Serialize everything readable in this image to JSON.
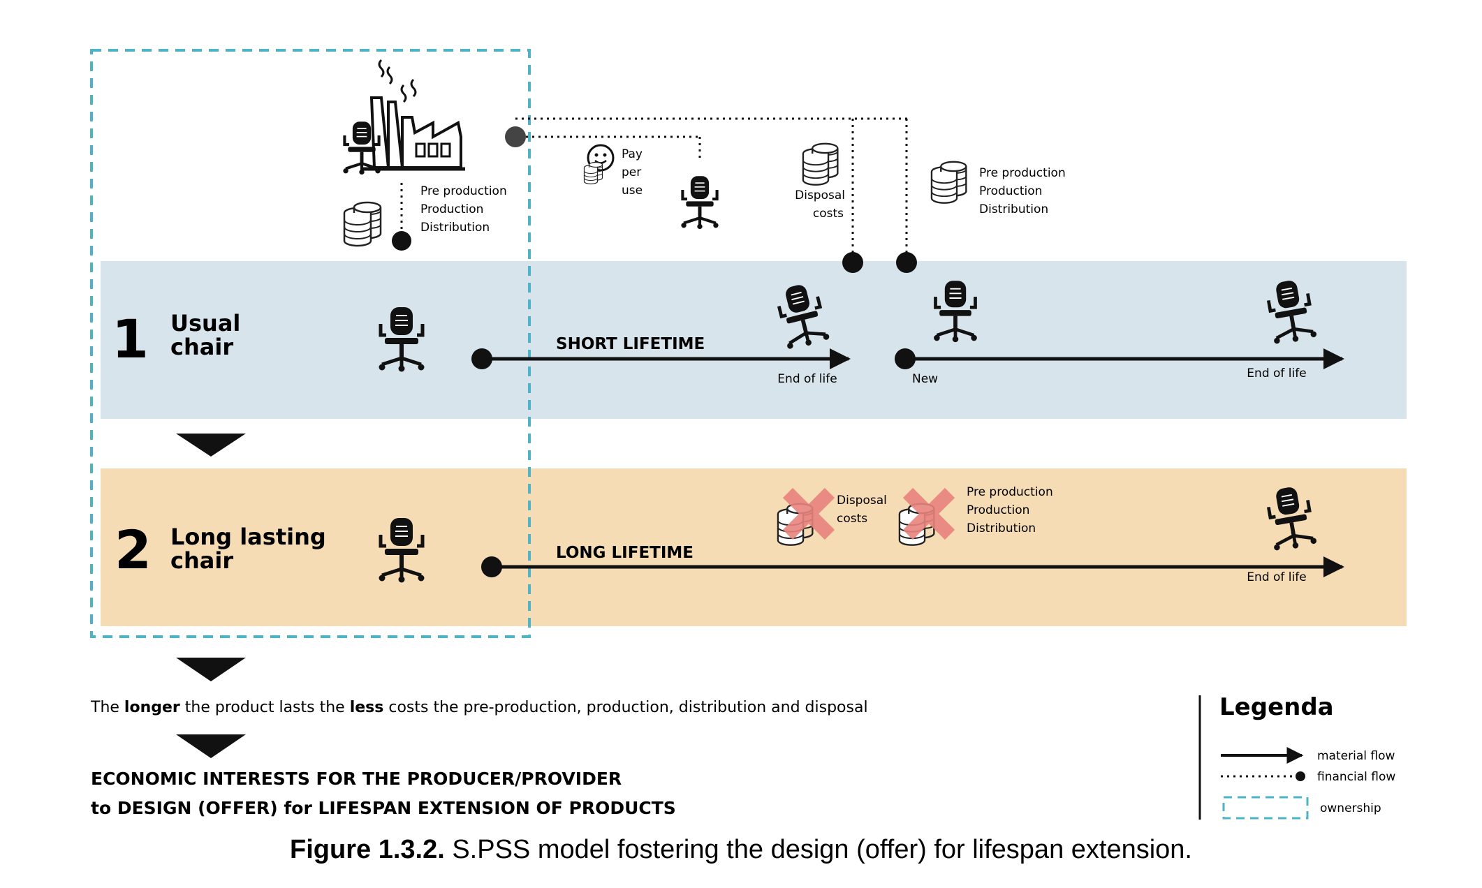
{
  "rows": [
    {
      "number": "1",
      "title_line1": "Usual",
      "title_line2": "chair",
      "lifetime_label": "SHORT LIFETIME",
      "end_label": "End of life",
      "new_label": "New",
      "end_label_2": "End of life"
    },
    {
      "number": "2",
      "title_line1": "Long lasting",
      "title_line2": "chair",
      "lifetime_label": "LONG LIFETIME",
      "end_label": "End of life"
    }
  ],
  "top": {
    "producer_costs": [
      "Pre production",
      "Production",
      "Distribution"
    ],
    "pay_per_use": [
      "Pay",
      "per",
      "use"
    ],
    "disposal_costs": [
      "Disposal",
      "costs"
    ],
    "new_costs": [
      "Pre production",
      "Production",
      "Distribution"
    ]
  },
  "row2_crossed": {
    "disposal_costs": [
      "Disposal",
      "costs"
    ],
    "production_costs": [
      "Pre production",
      "Production",
      "Distribution"
    ]
  },
  "conclusion": {
    "statement_parts": [
      "The ",
      "longer",
      " the product lasts the ",
      "less",
      " costs the pre-production, production, distribution and disposal"
    ],
    "headline_line1": "ECONOMIC INTERESTS FOR THE PRODUCER/PROVIDER",
    "headline_line2": "to DESIGN (OFFER) for LIFESPAN EXTENSION OF PRODUCTS"
  },
  "legend": {
    "title": "Legenda",
    "material_flow": "material flow",
    "financial_flow": "financial flow",
    "ownership": "ownership"
  },
  "caption": {
    "bold": "Figure 1.3.2.",
    "text": " S.PSS model fostering the design (offer) for lifespan extension."
  },
  "colors": {
    "row1_band": "#d7e4ec",
    "row2_band": "#f6dcb4",
    "ownership_dash": "#4fb3c8",
    "cross": "#e8837d",
    "ink": "#111111"
  }
}
